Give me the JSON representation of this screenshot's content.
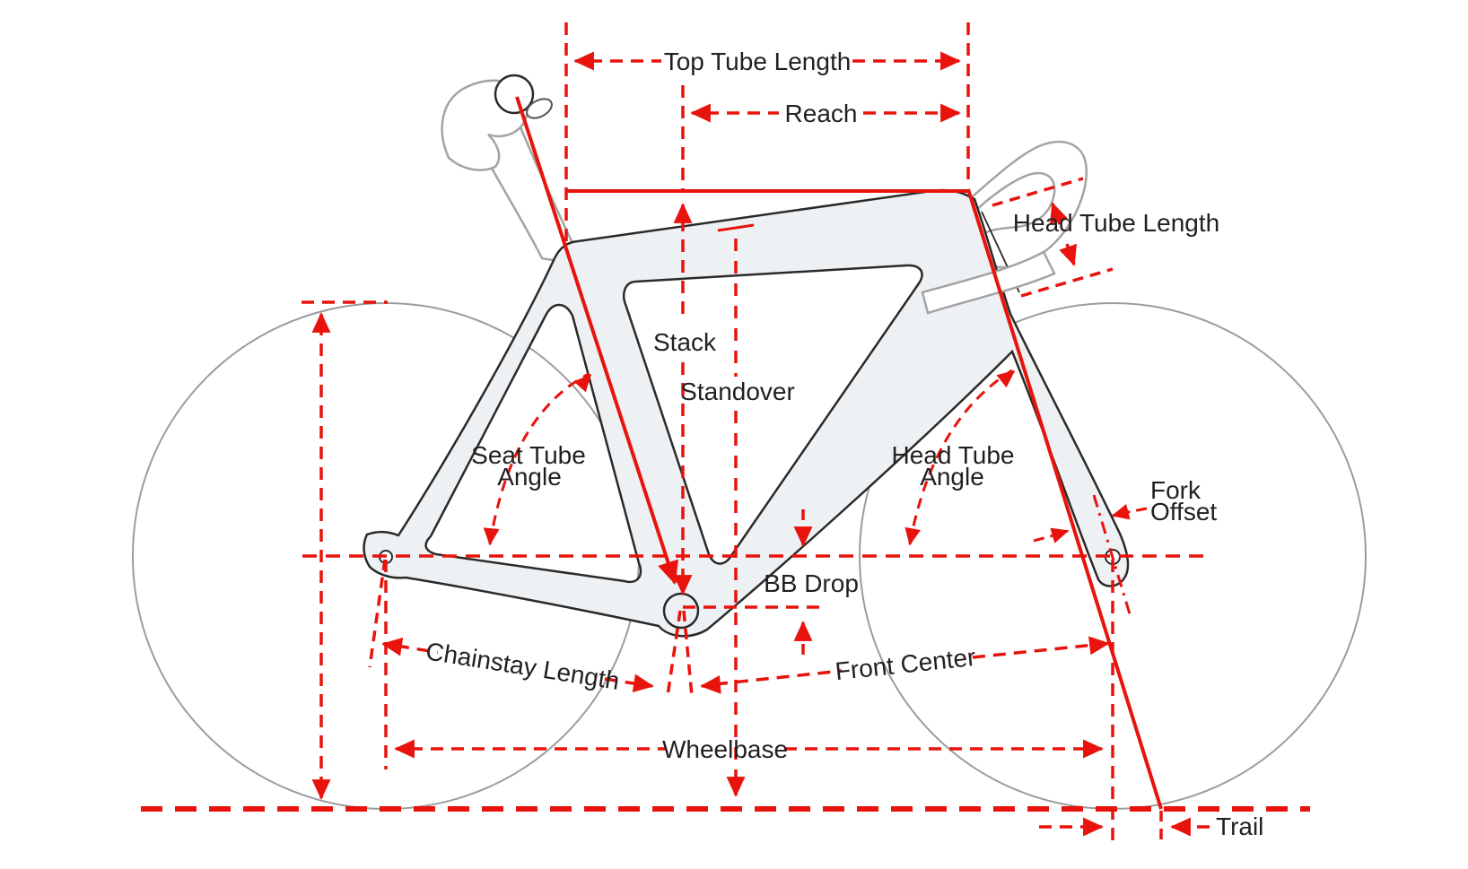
{
  "diagram": {
    "type": "bicycle-frame-geometry",
    "colors": {
      "dimension_red": "#e8130c",
      "frame_fill": "#eef1f4",
      "frame_outline": "#2b2a29",
      "wheel_gray": "#9c9c9c",
      "label_black": "#231f20"
    },
    "labels": {
      "top_tube_length": "Top Tube Length",
      "reach": "Reach",
      "head_tube_length": "Head Tube Length",
      "stack": "Stack",
      "standover": "Standover",
      "seat_tube_angle_line1": "Seat Tube",
      "seat_tube_angle_line2": "Angle",
      "head_tube_angle_line1": "Head Tube",
      "head_tube_angle_line2": "Angle",
      "fork_offset_line1": "Fork",
      "fork_offset_line2": "Offset",
      "bb_drop": "BB Drop",
      "chainstay_length": "Chainstay Length",
      "front_center": "Front Center",
      "wheelbase": "Wheelbase",
      "trail": "Trail"
    }
  }
}
